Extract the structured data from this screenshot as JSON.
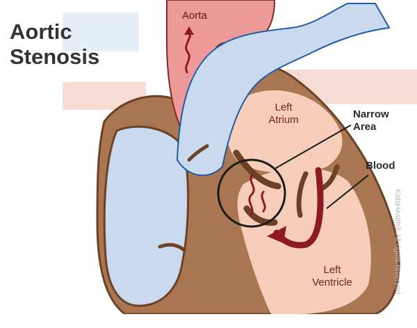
{
  "title": {
    "line1": "Aortic",
    "line2": "Stenosis"
  },
  "labels": {
    "aorta": "Aorta",
    "left_atrium_1": "Left",
    "left_atrium_2": "Atrium",
    "left_ventricle_1": "Left",
    "left_ventricle_2": "Ventricle"
  },
  "callouts": {
    "narrow_area_1": "Narrow",
    "narrow_area_2": "Area",
    "blood": "Blood"
  },
  "credit": "KidsHealth® All rights reserved.",
  "colors": {
    "vessel_blue": "#c9d9ee",
    "vessel_outline": "#1f5aa6",
    "aorta_red": "#ee9a98",
    "heart_tan": "#a06b47",
    "chamber_pink": "#f6cdb9",
    "blood_red": "#8b1a22"
  }
}
